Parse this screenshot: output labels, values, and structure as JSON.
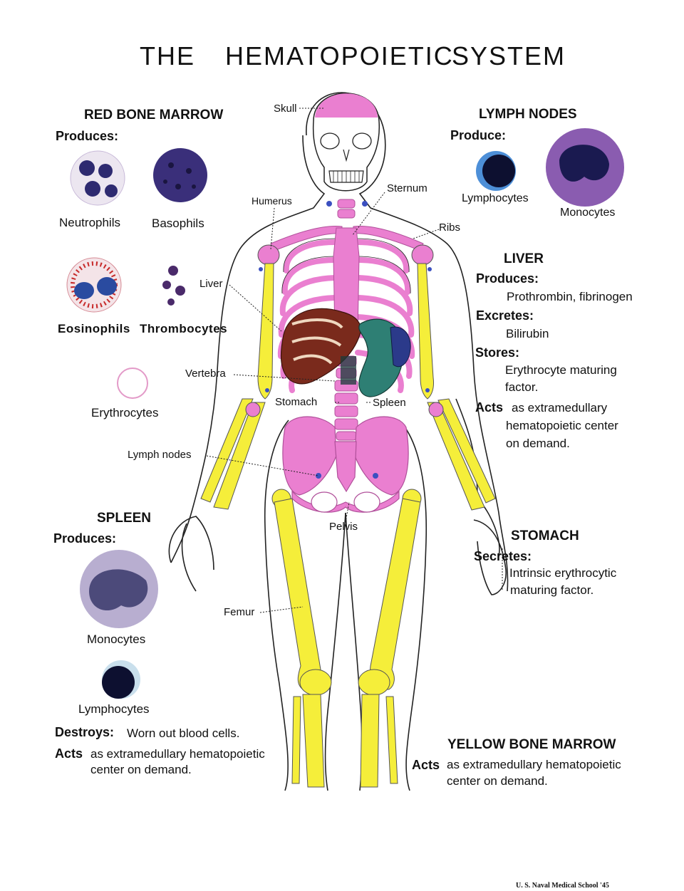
{
  "title": {
    "w1": "THE",
    "w2": "HEMATOPOIETIC",
    "w3": "SYSTEM"
  },
  "red_marrow": {
    "heading": "RED BONE MARROW",
    "produces": "Produces:",
    "cells": {
      "neutrophils": "Neutrophils",
      "basophils": "Basophils",
      "eosinophils": "Eosinophils",
      "thrombocytes": "Thrombocytes",
      "erythrocytes": "Erythrocytes"
    }
  },
  "lymph_nodes": {
    "heading": "LYMPH  NODES",
    "produce": "Produce:",
    "cells": {
      "lymphocytes": "Lymphocytes",
      "monocytes": "Monocytes"
    }
  },
  "liver": {
    "heading": "LIVER",
    "produces": "Produces:",
    "produces_text": "Prothrombin, fibrinogen",
    "excretes": "Excretes:",
    "excretes_text": "Bilirubin",
    "stores": "Stores:",
    "stores_text_1": "Erythrocyte  maturing",
    "stores_text_2": "factor.",
    "acts": "Acts",
    "acts_text_1": "as  extramedullary",
    "acts_text_2": "hematopoietic  center",
    "acts_text_3": "on  demand."
  },
  "spleen": {
    "heading": "SPLEEN",
    "produces": "Produces:",
    "cells": {
      "monocytes": "Monocytes",
      "lymphocytes": "Lymphocytes"
    },
    "destroys": "Destroys:",
    "destroys_text": "Worn out blood  cells.",
    "acts": "Acts",
    "acts_text_1": "as  extramedullary  hematopoietic",
    "acts_text_2": "center  on  demand."
  },
  "stomach": {
    "heading": "STOMACH",
    "secretes": "Secretes:",
    "secretes_text_1": "Intrinsic  erythrocytic",
    "secretes_text_2": "maturing   factor."
  },
  "yellow_marrow": {
    "heading": "YELLOW  BONE  MARROW",
    "acts": "Acts",
    "acts_text_1": "as  extramedullary  hematopoietic",
    "acts_text_2": "center  on    demand."
  },
  "anatomy_labels": {
    "skull": "Skull",
    "sternum": "Sternum",
    "humerus": "Humerus",
    "ribs": "Ribs",
    "liver": "Liver",
    "vertebra": "Vertebra",
    "stomach": "Stomach",
    "spleen": "Spleen",
    "lymph_nodes": "Lymph  nodes",
    "pelvis": "Pelvis",
    "femur": "Femur"
  },
  "credit": "U. S. Naval Medical School '45",
  "colors": {
    "red_marrow": "#e978c8",
    "yellow_marrow": "#f5ee3a",
    "liver": "#7a2a1c",
    "stomach": "#2e7f74",
    "lymph": "#3b50c0"
  }
}
